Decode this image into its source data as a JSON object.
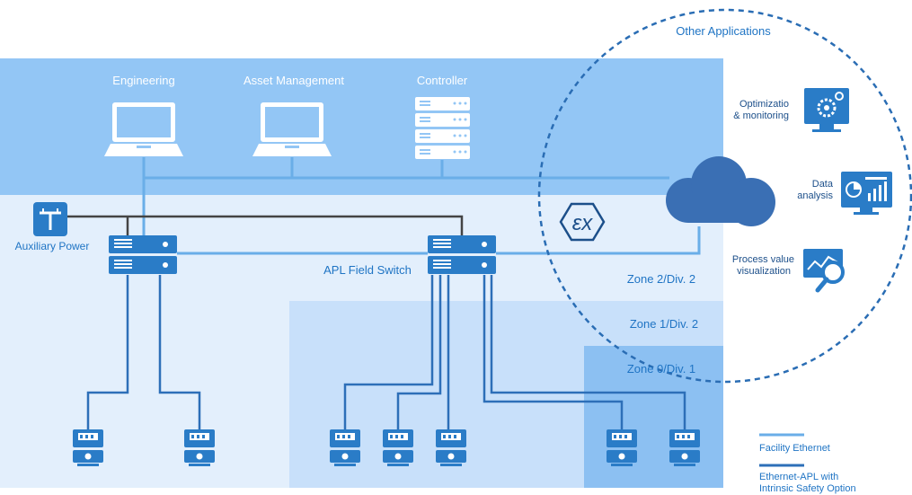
{
  "labels": {
    "other_applications": "Other Applications",
    "engineering": "Engineering",
    "asset_management": "Asset Management",
    "controller": "Controller",
    "auxiliary_power": "Auxiliary Power",
    "apl_field_switch": "APL Field Switch",
    "zone2": "Zone 2/Div. 2",
    "zone1": "Zone 1/Div. 2",
    "zone0": "Zone 0/Div. 1",
    "optimization_line1": "Optimizatio",
    "optimization_line2": "& monitoring",
    "data_analysis_line1": "Data",
    "data_analysis_line2": "analysis",
    "process_line1": "Process value",
    "process_line2": "visualization",
    "legend_facility": "Facility Ethernet",
    "legend_apl_line1": "Ethernet-APL with",
    "legend_apl_line2": "Intrinsic Safety Option"
  },
  "icons": {
    "ex_symbol": "ex-icon",
    "cloud": "cloud-icon"
  },
  "colors": {
    "control_band": "#93c6f5",
    "field_band": "#e3effc",
    "zone1_area": "#c8e0fa",
    "zone0_area": "#8cc0f2",
    "facility_line": "#6aaee8",
    "apl_line": "#2d6fb8",
    "power_line": "#444444",
    "device_blue": "#2a7cc7",
    "cloud_blue": "#3a6fb4",
    "text_blue": "#1f74c4"
  }
}
